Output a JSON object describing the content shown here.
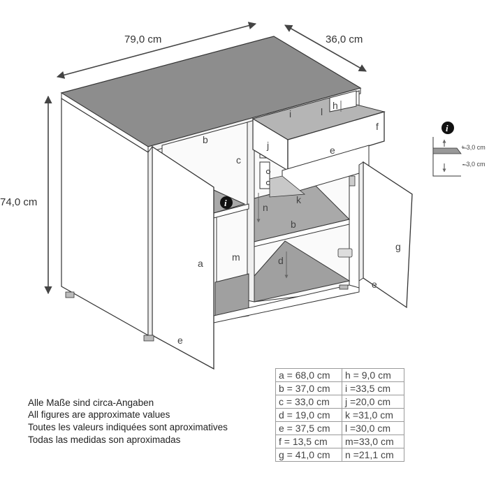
{
  "dimensions": {
    "width": "79,0 cm",
    "depth": "36,0 cm",
    "height": "74,0 cm"
  },
  "part_labels": {
    "a": "a",
    "b": "b",
    "c": "c",
    "d": "d",
    "e": "e",
    "f": "f",
    "g": "g",
    "h": "h",
    "i": "i",
    "j": "j",
    "k": "k",
    "l": "l",
    "m": "m",
    "n": "n"
  },
  "info_icon": "i",
  "shelf_adjust": {
    "up": "+ 3,0 cm",
    "down": "-  3,0 cm"
  },
  "notes": [
    "Alle Maße sind circa-Angaben",
    "All figures are approximate values",
    "Toutes les valeurs indiquées sont aproximatives",
    "Todas las medidas son aproximadas"
  ],
  "legend": [
    [
      "a = 68,0 cm",
      "h =   9,0 cm"
    ],
    [
      "b = 37,0 cm",
      "i  =33,5 cm"
    ],
    [
      "c = 33,0 cm",
      "j  =20,0 cm"
    ],
    [
      "d = 19,0 cm",
      "k =31,0 cm"
    ],
    [
      "e = 37,5 cm",
      "l  =30,0 cm"
    ],
    [
      "f  = 13,5 cm",
      "m=33,0 cm"
    ],
    [
      "g = 41,0 cm",
      "n =21,1 cm"
    ]
  ],
  "colors": {
    "line": "#333333",
    "top_surface": "#8c8c8c",
    "dim_arrow": "#444444"
  }
}
